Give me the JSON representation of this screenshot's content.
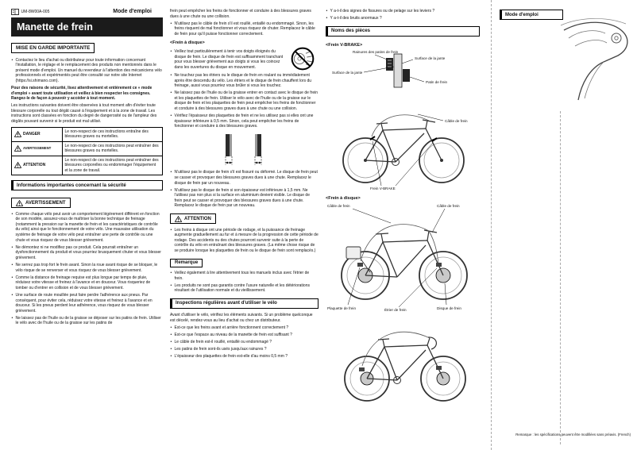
{
  "header": {
    "doc_number": "UM-8W00A-005",
    "mode_label": "Mode d'emploi",
    "title": "Manette de frein"
  },
  "left": {
    "notice_title": "MISE EN GARDE IMPORTANTE",
    "contact_note": "Contactez le lieu d'achat ou distributeur pour toute information concernant l'installation, le réglage et le remplacement des produits non mentionnés dans le présent mode d'emploi. Un manuel du revendeur à l'attention des mécaniciens vélo professionnels et expérimentés peut être consulté sur notre site Internet (https://si.shimano.com).",
    "safety_bold": "Pour des raisons de sécurité, lisez attentivement et entièrement ce « mode d'emploi » avant toute utilisation et veillez à bien respecter les consignes. Rangez-le de façon à pouvoir y accéder à tout moment.",
    "grading_intro": "Les instructions suivantes doivent être observées à tout moment afin d'éviter toute blessure corporelle ou tout dégât causé à l'équipement et à la zone de travail. Les instructions sont classées en fonction du degré de dangerosité ou de l'ampleur des dégâts pouvant survenir si le produit est mal utilisé.",
    "levels": [
      {
        "label": "DANGER",
        "text": "Le non-respect de ces instructions entraîne des blessures graves ou mortelles."
      },
      {
        "label": "AVERTISSEMENT",
        "text": "Le non-respect de ces instructions peut entraîner des blessures graves ou mortelles."
      },
      {
        "label": "ATTENTION",
        "text": "Le non-respect de ces instructions peut entraîner des blessures corporelles ou endommager l'équipement et la zone de travail."
      }
    ],
    "info_title": "Informations importantes concernant la sécurité",
    "warning_label": "AVERTISSEMENT",
    "bullets": [
      "Comme chaque vélo peut avoir un comportement légèrement différent en fonction de son modèle, assurez-vous de maîtriser la bonne technique de freinage (notamment la pression sur la manette de frein et les caractéristiques de contrôle du vélo) ainsi que le fonctionnement de votre vélo. Une mauvaise utilisation du système de freinage de votre vélo peut entraîner une perte de contrôle ou une chute et vous risquez de vous blesser grièvement.",
      "Ne démontez ni ne modifiez pas ce produit. Cela pourrait entraîner un dysfonctionnement du produit et vous pourriez brusquement chuter et vous blesser grièvement.",
      "Ne serrez pas trop fort le frein avant. Sinon la roue avant risque de se bloquer, le vélo risque de se renverser et vous risquez de vous blesser grièvement.",
      "Comme la distance de freinage requise est plus longue par temps de pluie, réduisez votre vitesse et freinez à l'avance et en douceur. Vous risqueriez de tomber ou d'entrer en collision et de vous blesser grièvement.",
      "Une surface de route mouillée peut faire perdre l'adhérence aux pneus. Par conséquent, pour éviter cela, réduisez votre vitesse et freinez à l'avance et en douceur. Si les pneus perdent leur adhérence, vous risquez de vous blesser grièvement.",
      "Ne laissez pas de l'huile ou de la graisse se déposer sur les patins de frein. Utiliser le vélo avec de l'huile ou de la graisse sur les patins de"
    ]
  },
  "middle": {
    "continuation": "frein peut empêcher les freins de fonctionner et conduire à des blessures graves dues à une chute ou une collision.",
    "cable_bullet": "N'utilisez pas le câble de frein s'il est rouillé, entaillé ou endommagé. Sinon, les freins risquent de mal fonctionner et vous risquez de chuter. Remplacez le câble de frein pour qu'il puisse fonctionner correctement.",
    "disc_heading": "<Frein à disque>",
    "disc_bullets": [
      "Veillez tout particulièrement à tenir vos doigts éloignés du disque de frein. Le disque de frein est suffisamment tranchant pour vous blesser grièvement aux doigts si vous les coincez dans les ouvertures du disque en mouvement.",
      "Ne touchez pas les étriers ou le disque de frein en roulant ou immédiatement après être descendu du vélo. Les étriers et le disque de frein chauffent lors du freinage, aussi vous pourriez vous brûler si vous les touchez.",
      "Ne laissez pas de l'huile ou de la graisse entrer en contact avec le disque de frein et les plaquettes de frein. Utiliser le vélo avec de l'huile ou de la graisse sur le disque de frein et les plaquettes de frein peut empêcher les freins de fonctionner et conduire à des blessures graves dues à une chute ou une collision.",
      "Vérifiez l'épaisseur des plaquettes de frein et ne les utilisez pas si elles ont une épaisseur inférieure à 0,5 mm. Sinon, cela peut empêcher les freins de fonctionner et conduire à des blessures graves."
    ],
    "post_bullets": [
      "N'utilisez pas le disque de frein s'il est fissuré ou déformé. Le disque de frein peut se casser et provoquer des blessures graves dues à une chute. Remplacez le disque de frein par un nouveau.",
      "N'utilisez pas le disque de frein si son épaisseur est inférieure à 1,5 mm. Ne l'utilisez pas non plus si la surface en aluminium devient visible. Le disque de frein peut se casser et provoquer des blessures graves dues à une chute. Remplacez le disque de frein par un nouveau."
    ],
    "attention_label": "ATTENTION",
    "attention_bullet": "Les freins à disque ont une période de rodage, et la puissance de freinage augmente graduellement au fur et à mesure de la progression de cette période de rodage. Des accidents ou des chutes pourront survenir suite à la perte de contrôle du vélo en entraînant des blessures graves. (La même chose risque de se produire lorsque les plaquettes de frein ou le disque de frein sont remplacés.)",
    "note_label": "Remarque",
    "note_bullets": [
      "Veillez également à lire attentivement tous les manuels inclus avec l'étrier de frein.",
      "Les produits ne sont pas garantis contre l'usure naturelle et les détériorations résultant de l'utilisation normale et du vieillissement."
    ],
    "inspection_title": "Inspections régulières avant d'utiliser le vélo",
    "inspection_intro": "Avant d'utiliser le vélo, vérifiez les éléments suivants. Si un problème quelconque est décelé, rendez-vous au lieu d'achat ou chez un distributeur.",
    "inspection_bullets": [
      "Est-ce que les freins avant et arrière fonctionnent correctement ?",
      "Est-ce que l'espace au niveau de la manette de frein est suffisant ?",
      "Le câble de frein est-il rouillé, entaillé ou endommagé ?",
      "Les patins de frein sont-ils usés jusqu'aux rainures ?",
      "L'épaisseur des plaquettes de frein est-elle d'au moins 0,5 mm ?"
    ]
  },
  "right": {
    "top_bullets": [
      "Y a-t-il des signes de fissures ou de pelage sur les leviers ?",
      "Y a-t-il des bruits anormaux ?"
    ],
    "parts_title": "Noms des pièces",
    "vbrake_heading": "<Frein V-BRAKE>",
    "vbrake_labels": {
      "grooves": "Rainures des patins de frein",
      "rim_left": "Surface de la jante",
      "rim_right": "Surface de la jante",
      "pad": "Patin de frein"
    },
    "bike1_labels": {
      "cable": "Câble de frein",
      "vbrake": "Frein V-BRAKE"
    },
    "discbike_heading": "<Frein à disque>",
    "bike2_labels": {
      "cable_left": "Câble de frein",
      "cable_right": "Câble de frein",
      "pad": "Plaquette de frein",
      "caliper": "Étrier de frein",
      "disc": "Disque de frein"
    }
  },
  "panel": {
    "mode_label": "Mode d'emploi",
    "footer_note": "Remarque : les spécifications peuvent être modifiées sans préavis. (French)"
  }
}
